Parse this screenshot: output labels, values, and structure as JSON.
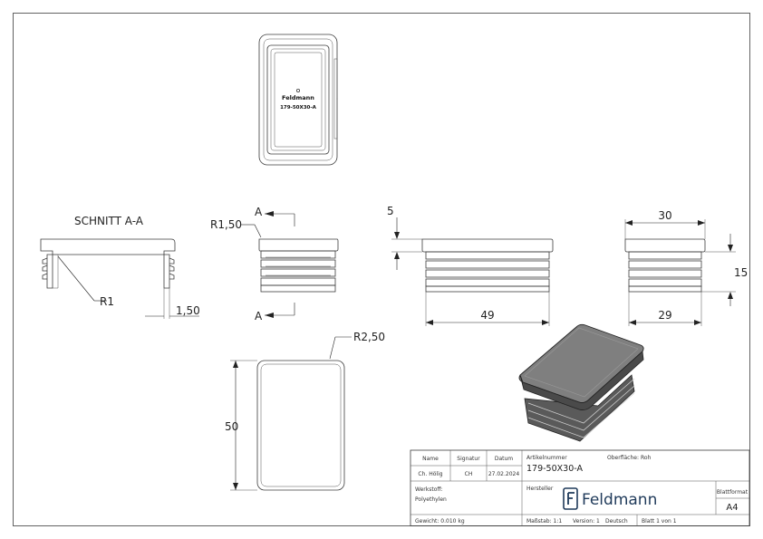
{
  "part_label": "Feldmann",
  "part_code": "179-50X30-A",
  "section_title": "SCHNITT A-A",
  "section_marker": "A",
  "dimensions": {
    "r_150": "R1,50",
    "r_1": "R1",
    "thick_150": "1,50",
    "d_5": "5",
    "d_49": "49",
    "d_30": "30",
    "d_15": "15",
    "d_29": "29",
    "r_250": "R2,50",
    "d_50": "50"
  },
  "title_block": {
    "name_label": "Name",
    "signatur_label": "Signatur",
    "datum_label": "Datum",
    "name_value": "Ch. Hölig",
    "signatur_value": "CH",
    "datum_value": "27.02.2024",
    "artikel_label": "Artikelnummer",
    "artikel_value": "179-50X30-A",
    "oberflaeche_label": "Oberfläche:",
    "oberflaeche_value": "Roh",
    "werkstoff_label": "Werkstoff:",
    "werkstoff_value": "Polyethylen",
    "hersteller_label": "Hersteller",
    "logo_text": "Feldmann",
    "blattformat_label": "Blattformat",
    "blattformat_value": "A4",
    "gewicht": "Gewicht: 0.010 kg",
    "massstab": "Maßstab: 1:1",
    "version": "Version: 1",
    "sprache": "Deutsch",
    "blatt": "Blatt 1 von 1"
  },
  "colors": {
    "line": "#3c3c3c",
    "iso_top": "#7f7f7f",
    "iso_side": "#4a4a4a"
  }
}
